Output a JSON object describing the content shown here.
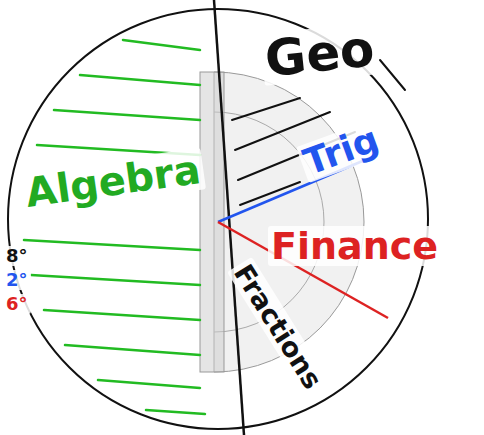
{
  "diagram": {
    "labels": [
      "Geo",
      "Trig",
      "Algebra",
      "Finance",
      "Fractions",
      "8°",
      "2°",
      "6°"
    ]
  }
}
